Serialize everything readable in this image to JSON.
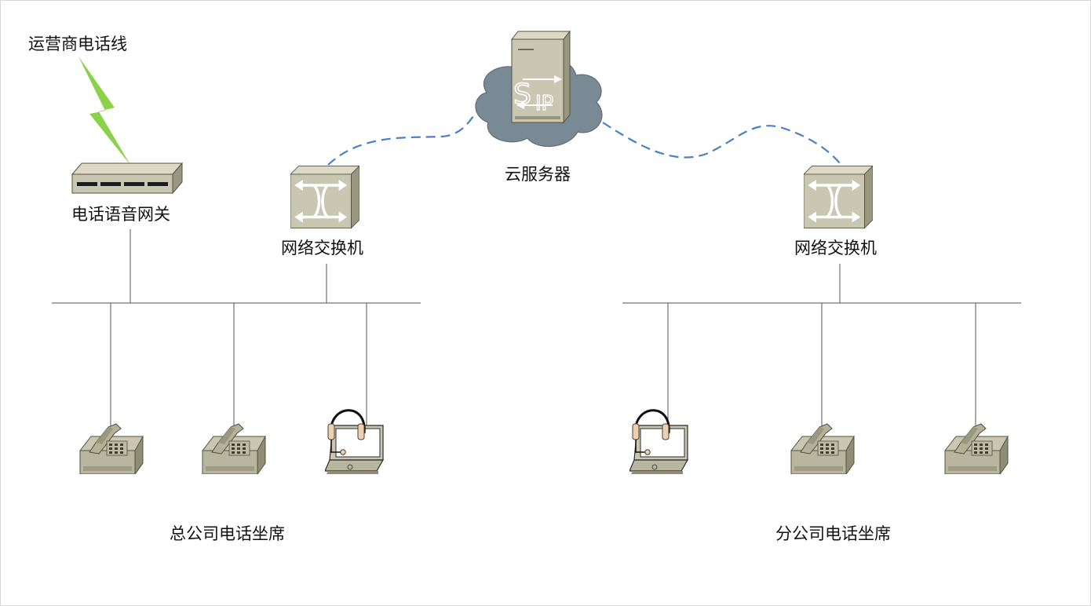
{
  "labels": {
    "carrier_line": "运营商电话线",
    "voice_gateway": "电话语音网关",
    "cloud_server": "云服务器",
    "switch_hq": "网络交换机",
    "switch_branch": "网络交换机",
    "hq_seats": "总公司电话坐席",
    "branch_seats": "分公司电话坐席"
  },
  "sip_badge": {
    "letter": "S",
    "text": "IP"
  },
  "colors": {
    "device_face": "#c9c7b1",
    "device_side": "#99977f",
    "device_dark": "#6e6c5a",
    "cloud": "#7a8a94",
    "dashed_link": "#4a7fc8",
    "lightning": "#8cd14a",
    "wire": "#555555"
  }
}
